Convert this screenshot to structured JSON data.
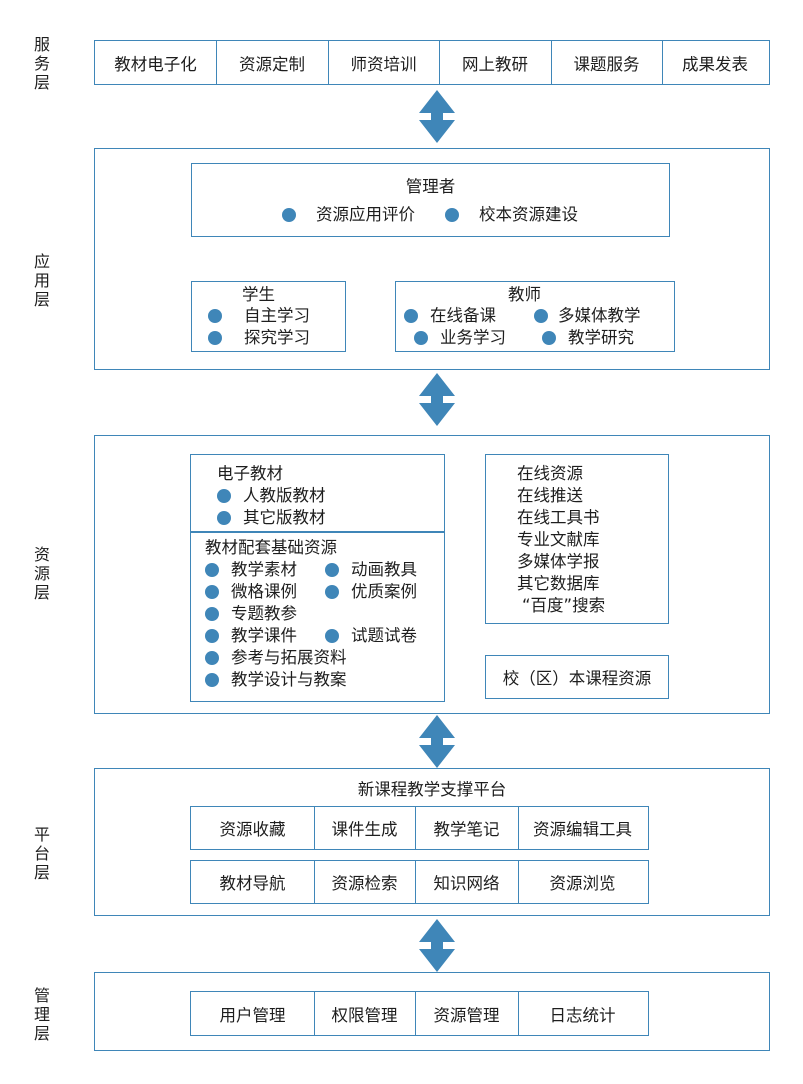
{
  "colors": {
    "line": "#3f86b8",
    "text": "#1e1e1e"
  },
  "layers": {
    "service": {
      "label": "服\n务\n层",
      "items": [
        "教材电子化",
        "资源定制",
        "师资培训",
        "网上教研",
        "课题服务",
        "成果发表"
      ]
    },
    "application": {
      "label": "应\n用\n层",
      "manager": {
        "title": "管理者",
        "items": [
          "资源应用评价",
          "校本资源建设"
        ]
      },
      "student": {
        "title": "学生",
        "items": [
          "自主学习",
          "探究学习"
        ]
      },
      "teacher": {
        "title": "教师",
        "items": [
          "在线备课",
          "多媒体教学",
          "业务学习",
          "教学研究"
        ]
      }
    },
    "resource": {
      "label": "资\n源\n层",
      "ebook": {
        "title": "电子教材",
        "items": [
          "人教版教材",
          "其它版教材"
        ]
      },
      "basic": {
        "title": "教材配套基础资源",
        "items": [
          "教学素材",
          "动画教具",
          "微格课例",
          "优质案例",
          "专题教参",
          "教学课件",
          "试题试卷",
          "参考与拓展资料",
          "教学设计与教案"
        ]
      },
      "online": [
        "在线资源",
        "在线推送",
        "在线工具书",
        "专业文献库",
        "多媒体学报",
        "其它数据库",
        "“百度”搜索"
      ],
      "school": "校（区）本课程资源"
    },
    "platform": {
      "label": "平\n台\n层",
      "title": "新课程教学支撑平台",
      "row1": [
        "资源收藏",
        "课件生成",
        "教学笔记",
        "资源编辑工具"
      ],
      "row2": [
        "教材导航",
        "资源检索",
        "知识网络",
        "资源浏览"
      ]
    },
    "management": {
      "label": "管\n理\n层",
      "items": [
        "用户管理",
        "权限管理",
        "资源管理",
        "日志统计"
      ]
    }
  }
}
